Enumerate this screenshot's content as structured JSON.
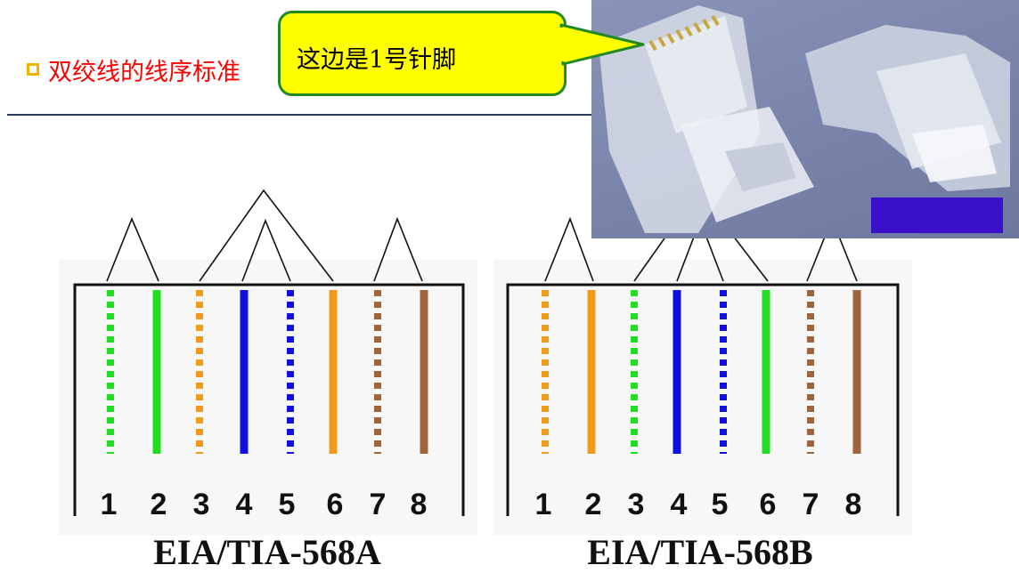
{
  "header": {
    "title": "双绞线的线序标准"
  },
  "callout": {
    "text": "这边是1号针脚"
  },
  "colors": {
    "title": "#ff0000",
    "bullet": "#f2b400",
    "callout_fill": "#ffff00",
    "callout_border": "#1f8a24",
    "photo_marker": "#3a10c8",
    "wire_green": "#22dd22",
    "wire_orange": "#f29a1a",
    "wire_blue": "#1010e0",
    "wire_brown": "#a0643a"
  },
  "standards": [
    {
      "label": "EIA/TIA-568A",
      "pin_numbers": [
        "1",
        "2",
        "3",
        "4",
        "5",
        "6",
        "7",
        "8"
      ],
      "wires": [
        {
          "color": "green",
          "striped": true
        },
        {
          "color": "green",
          "striped": false
        },
        {
          "color": "orange",
          "striped": true
        },
        {
          "color": "blue",
          "striped": false
        },
        {
          "color": "blue",
          "striped": true
        },
        {
          "color": "orange",
          "striped": false
        },
        {
          "color": "brown",
          "striped": true
        },
        {
          "color": "brown",
          "striped": false
        }
      ]
    },
    {
      "label": "EIA/TIA-568B",
      "pin_numbers": [
        "1",
        "2",
        "3",
        "4",
        "5",
        "6",
        "7",
        "8"
      ],
      "wires": [
        {
          "color": "orange",
          "striped": true
        },
        {
          "color": "orange",
          "striped": false
        },
        {
          "color": "green",
          "striped": true
        },
        {
          "color": "blue",
          "striped": false
        },
        {
          "color": "blue",
          "striped": true
        },
        {
          "color": "green",
          "striped": false
        },
        {
          "color": "brown",
          "striped": true
        },
        {
          "color": "brown",
          "striped": false
        }
      ]
    }
  ]
}
